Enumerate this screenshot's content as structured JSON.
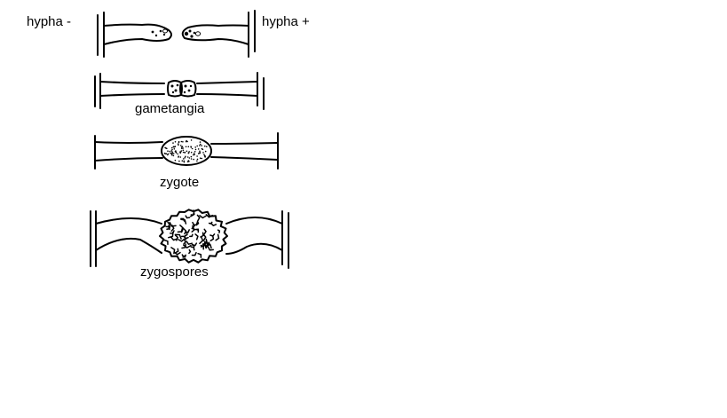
{
  "labels": {
    "hypha_minus": "hypha -",
    "hypha_plus": "hypha +",
    "gametangia": "gametangia",
    "zygote": "zygote",
    "zygospores": "zygospores"
  }
}
